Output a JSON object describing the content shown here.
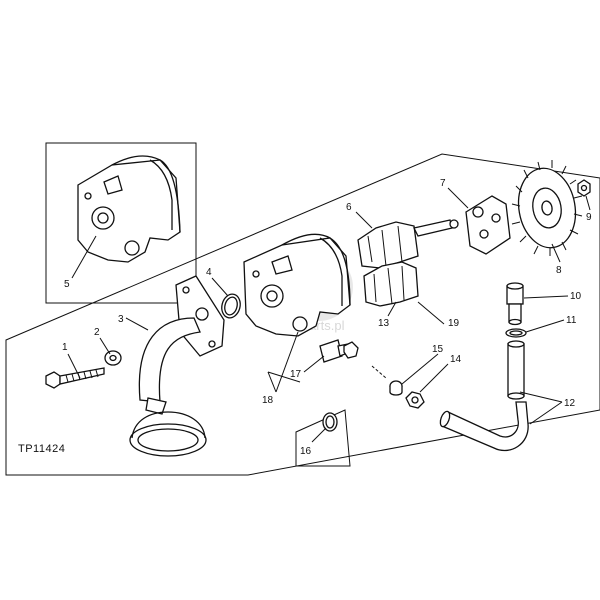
{
  "diagram": {
    "figure_code": "TP11424",
    "watermark": "tractorparts.pl",
    "callouts": [
      "1",
      "2",
      "3",
      "4",
      "5",
      "6",
      "7",
      "8",
      "9",
      "10",
      "11",
      "12",
      "13",
      "14",
      "15",
      "16",
      "17",
      "18",
      "19"
    ]
  }
}
